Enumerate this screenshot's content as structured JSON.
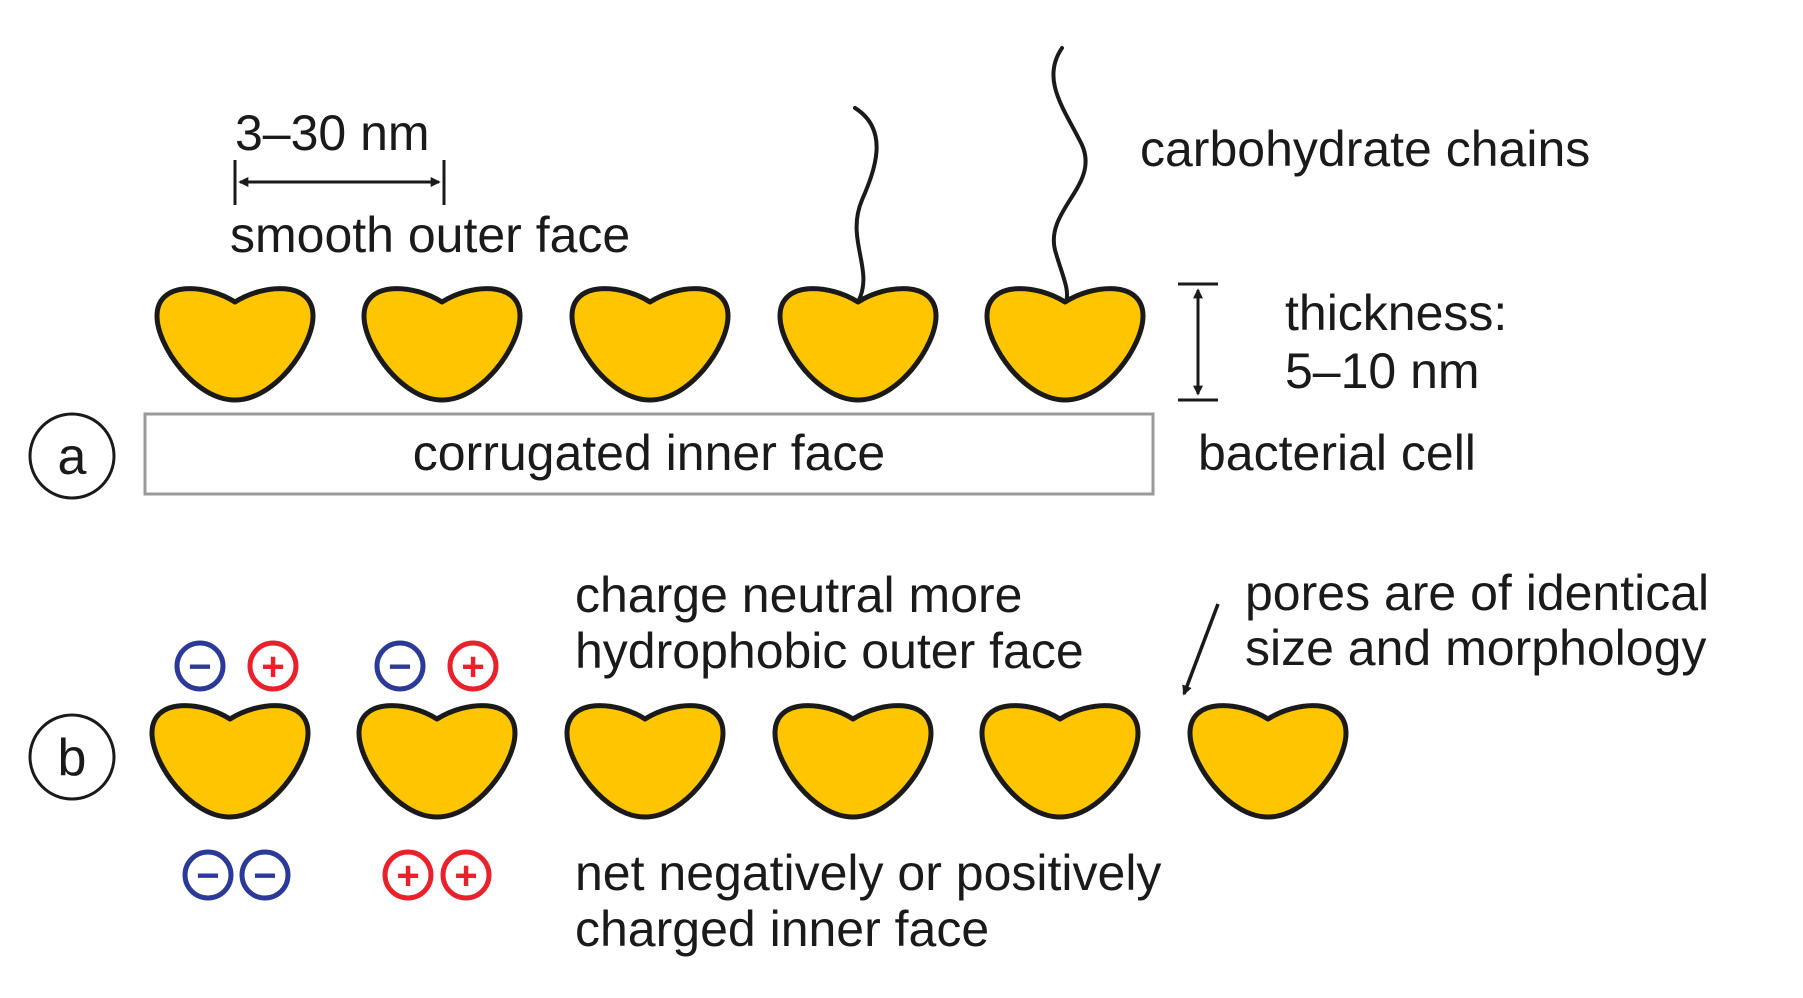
{
  "panel_a": {
    "label": "a",
    "width_label": "3–30 nm",
    "outer_face_label": "smooth outer face",
    "carbohydrate_label": "carbohydrate chains",
    "thickness_label_line1": "thickness:",
    "thickness_label_line2": "5–10 nm",
    "inner_face_label": "corrugated inner face",
    "cell_label": "bacterial cell"
  },
  "panel_b": {
    "label": "b",
    "outer_face_line1": "charge neutral more",
    "outer_face_line2": "hydrophobic outer face",
    "pores_line1": "pores are of identical",
    "pores_line2": "size and morphology",
    "inner_face_line1": "net negatively or positively",
    "inner_face_line2": "charged inner face"
  },
  "charges": {
    "negative_symbol": "−",
    "positive_symbol": "+"
  },
  "colors": {
    "subunit_fill": "#FFC600",
    "subunit_stroke": "#1a1a1a",
    "negative": "#2B3A98",
    "positive": "#E8212B",
    "cell_box_stroke": "#9a9a9a"
  },
  "icons": {
    "subunit": "kidney-bean-shape",
    "charge_negative": "circled-minus",
    "charge_positive": "circled-plus"
  }
}
